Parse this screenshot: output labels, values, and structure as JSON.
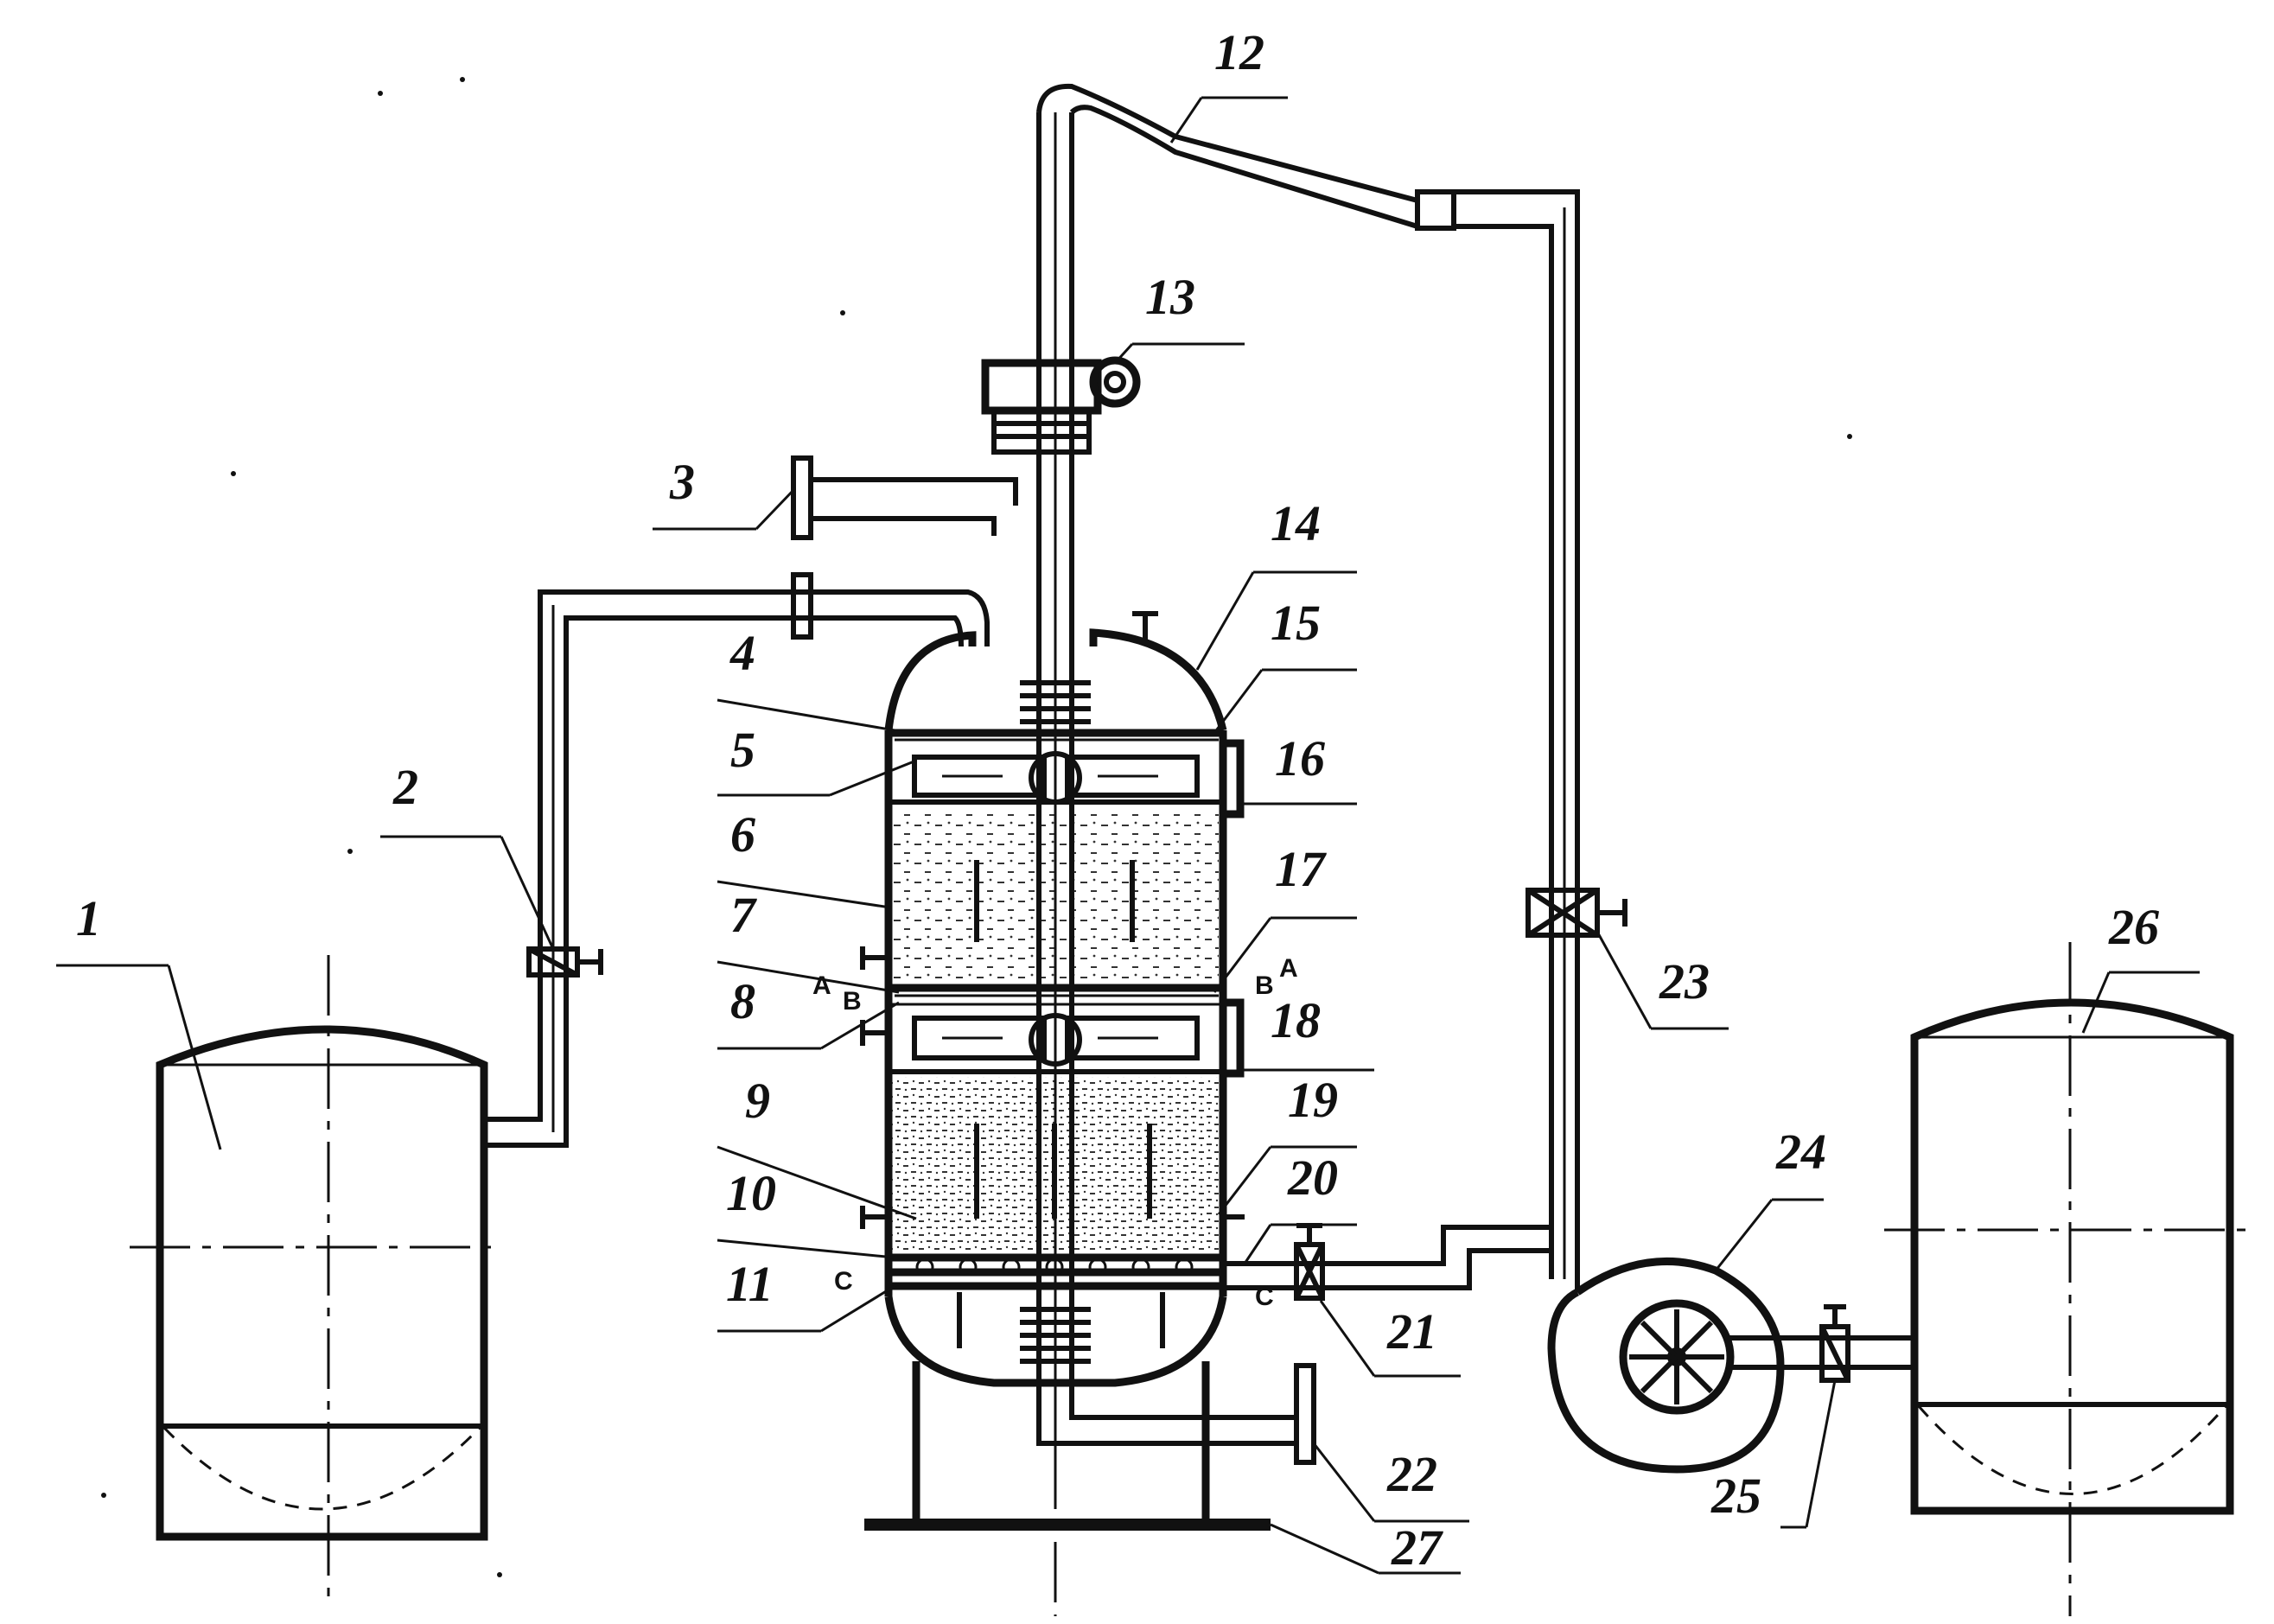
{
  "labels": {
    "l1": "1",
    "l2": "2",
    "l3": "3",
    "l4": "4",
    "l5": "5",
    "l6": "6",
    "l7": "7",
    "l8": "8",
    "l9": "9",
    "l10": "10",
    "l11": "11",
    "l12": "12",
    "l13": "13",
    "l14": "14",
    "l15": "15",
    "l16": "16",
    "l17": "17",
    "l18": "18",
    "l19": "19",
    "l20": "20",
    "l21": "21",
    "l22": "22",
    "l23": "23",
    "l24": "24",
    "l25": "25",
    "l26": "26",
    "l27": "27"
  },
  "section_marks": {
    "a_left": "A",
    "a_right": "A",
    "b_left": "B",
    "b_right": "B",
    "c_left": "C",
    "c_right": "C"
  }
}
